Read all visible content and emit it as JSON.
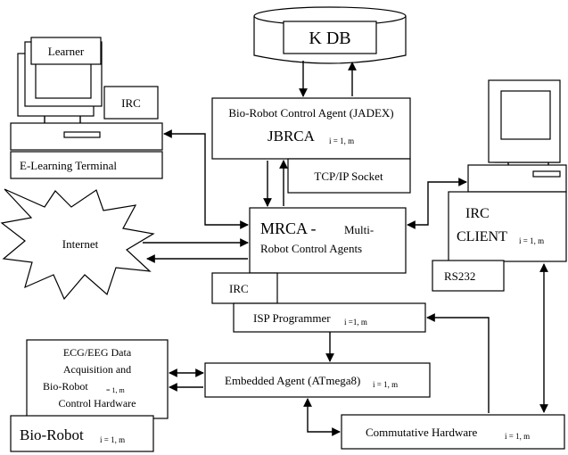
{
  "kdb": {
    "label": "K DB"
  },
  "learner": {
    "label": "Learner"
  },
  "irc_small": {
    "label": "IRC"
  },
  "elearning": {
    "label": "E-Learning Terminal"
  },
  "jbrca": {
    "line1": "Bio-Robot Control Agent (JADEX)",
    "line2": "JBRCA",
    "line2_sub": "i = 1, m"
  },
  "tcpip": {
    "label": "TCP/IP Socket"
  },
  "mrca": {
    "title": "MRCA -",
    "title_small": "Multi-",
    "line2": "Robot Control Agents"
  },
  "irc_client": {
    "line1": "IRC",
    "line2": "CLIENT",
    "sub": "i = 1, m"
  },
  "rs232": {
    "label": "RS232"
  },
  "internet": {
    "label": "Internet"
  },
  "irc_mrca": {
    "label": "IRC"
  },
  "isp": {
    "label": "ISP Programmer",
    "sub": "i =1, m"
  },
  "ecg": {
    "line1": "ECG/EEG Data",
    "line2": "Acquisition and",
    "line3": "Bio-Robot",
    "line3_sub": "= 1, m",
    "line4": "Control Hardware"
  },
  "embedded": {
    "label": "Embedded Agent (ATmega8)",
    "sub": "i = 1, m"
  },
  "biorobot": {
    "label": "Bio-Robot",
    "sub": "i = 1, m"
  },
  "commutative": {
    "label": "Commutative Hardware",
    "sub": "i = 1, m"
  }
}
